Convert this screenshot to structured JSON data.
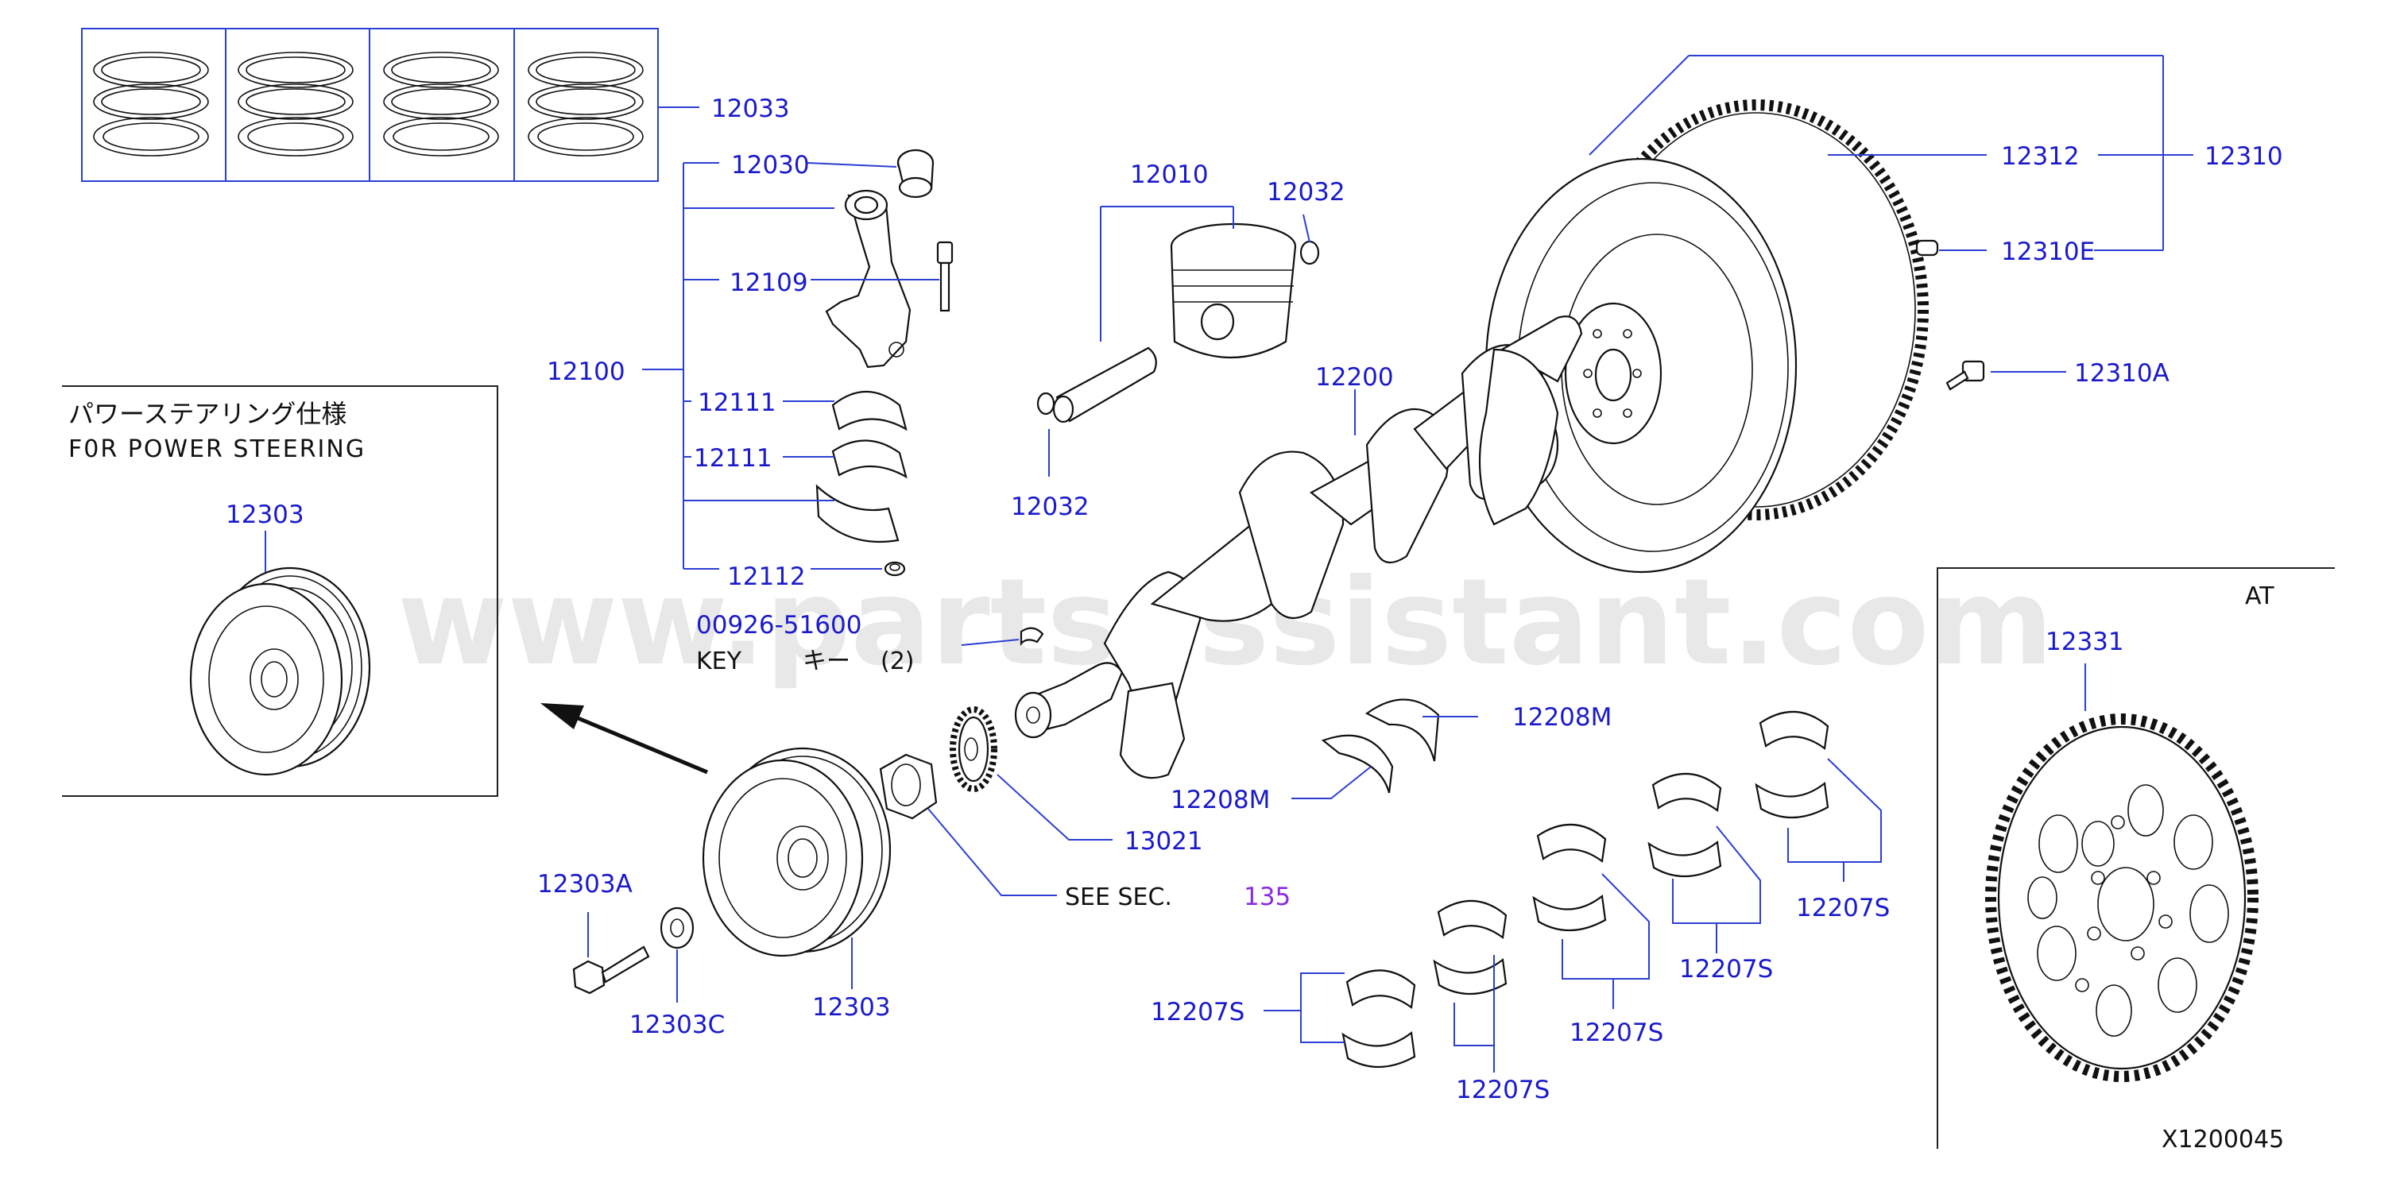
{
  "diagram": {
    "drawing_number": "X1200045",
    "watermark": "www.partsassistant.com",
    "inset_power_steering": {
      "title_jp": "パワーステアリング仕様",
      "title_en": "F0R POWER STEERING",
      "part": "12303"
    },
    "inset_at": {
      "title": "AT",
      "part": "12331"
    },
    "key_note": {
      "part": "00926-51600",
      "text": "KEY",
      "jp": "キー",
      "qty": "(2)"
    },
    "see_section": {
      "text": "SEE SEC.",
      "number": "135"
    },
    "labels": {
      "piston_rings": "12033",
      "bushing": "12030",
      "conrod_bolt": "12109",
      "conrod_assy": "12100",
      "conrod_bearing_upper": "12111",
      "conrod_bearing_lower": "12111",
      "conrod_nut": "12112",
      "piston_assy": "12010",
      "snap_ring_top": "12032",
      "snap_ring_bottom": "12032",
      "crankshaft": "12200",
      "thrust_washer_upper": "12208M",
      "thrust_washer_lower": "12208M",
      "sprocket": "13021",
      "pulley": "12303",
      "pulley_bolt": "12303A",
      "pulley_washer": "12303C",
      "ring_gear": "12312",
      "flywheel_assy": "12310",
      "dowel": "12310E",
      "flywheel_bolt": "12310A",
      "main_bearing_1": "12207S",
      "main_bearing_2": "12207S",
      "main_bearing_3": "12207S",
      "main_bearing_4": "12207S",
      "main_bearing_5": "12207S"
    }
  }
}
